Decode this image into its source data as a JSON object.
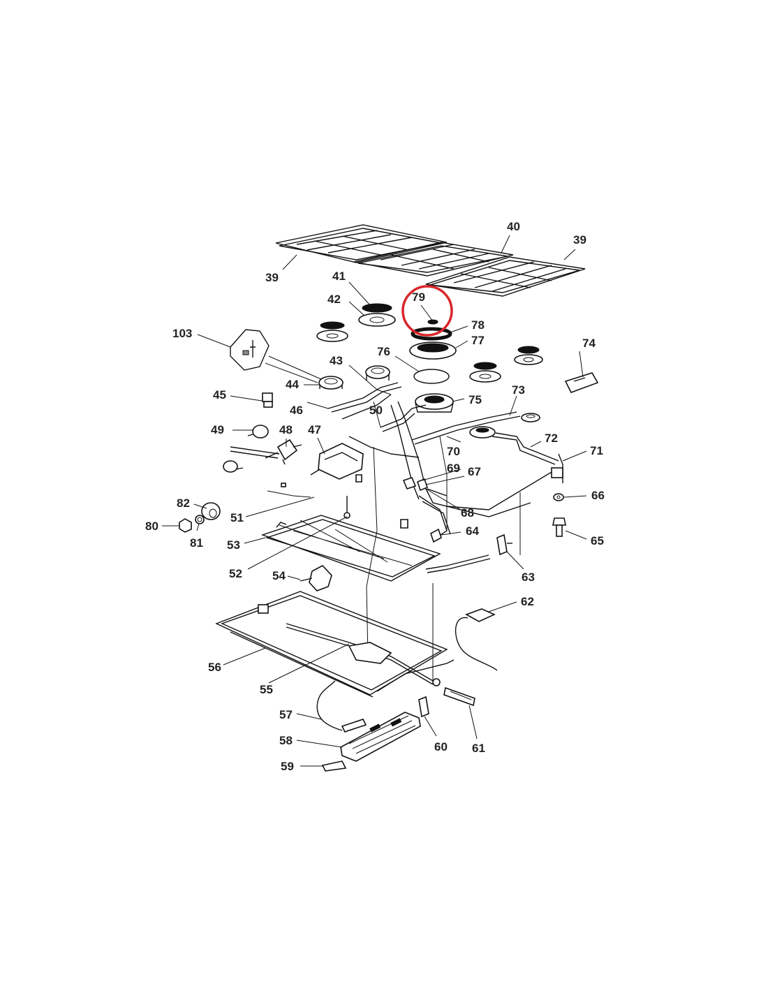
{
  "highlight": {
    "label": "79",
    "color": "#d9262b"
  },
  "labels": {
    "l39a": "39",
    "l39b": "39",
    "l40": "40",
    "l41": "41",
    "l42": "42",
    "l43": "43",
    "l44": "44",
    "l45": "45",
    "l46": "46",
    "l47": "47",
    "l48": "48",
    "l49": "49",
    "l50": "50",
    "l51": "51",
    "l52": "52",
    "l53": "53",
    "l54": "54",
    "l55": "55",
    "l56": "56",
    "l57": "57",
    "l58": "58",
    "l59": "59",
    "l60": "60",
    "l61": "61",
    "l62": "62",
    "l63": "63",
    "l64": "64",
    "l65": "65",
    "l66": "66",
    "l67": "67",
    "l68": "68",
    "l69": "69",
    "l70": "70",
    "l71": "71",
    "l72": "72",
    "l73": "73",
    "l74": "74",
    "l75": "75",
    "l76": "76",
    "l77": "77",
    "l78": "78",
    "l79": "79",
    "l80": "80",
    "l81": "81",
    "l82": "82",
    "l103": "103"
  }
}
